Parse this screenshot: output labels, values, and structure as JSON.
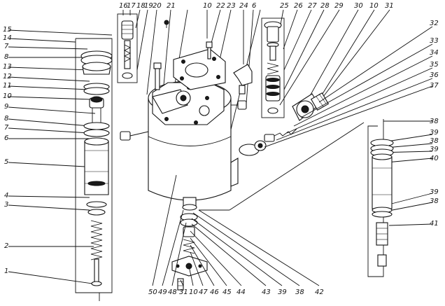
{
  "callouts": {
    "left": [
      "15",
      "14",
      "7",
      "8",
      "13",
      "12",
      "11",
      "10",
      "9",
      "8",
      "7",
      "6",
      "5",
      "4",
      "3",
      "2",
      "1"
    ],
    "top": [
      "16",
      "17",
      "18",
      "19",
      "20",
      "21",
      "10",
      "22",
      "23",
      "24",
      "6",
      "25",
      "26",
      "27",
      "28",
      "29",
      "30",
      "10",
      "31"
    ],
    "right": [
      "32",
      "33",
      "34",
      "35",
      "36",
      "37",
      "38",
      "39",
      "38",
      "39",
      "40",
      "39",
      "38",
      "41"
    ],
    "bottom": [
      "50",
      "49",
      "48",
      "31",
      "10",
      "47",
      "46",
      "45",
      "44",
      "43",
      "39",
      "38",
      "42"
    ]
  },
  "colors": {
    "ink": "#111111",
    "paper": "#ffffff"
  }
}
